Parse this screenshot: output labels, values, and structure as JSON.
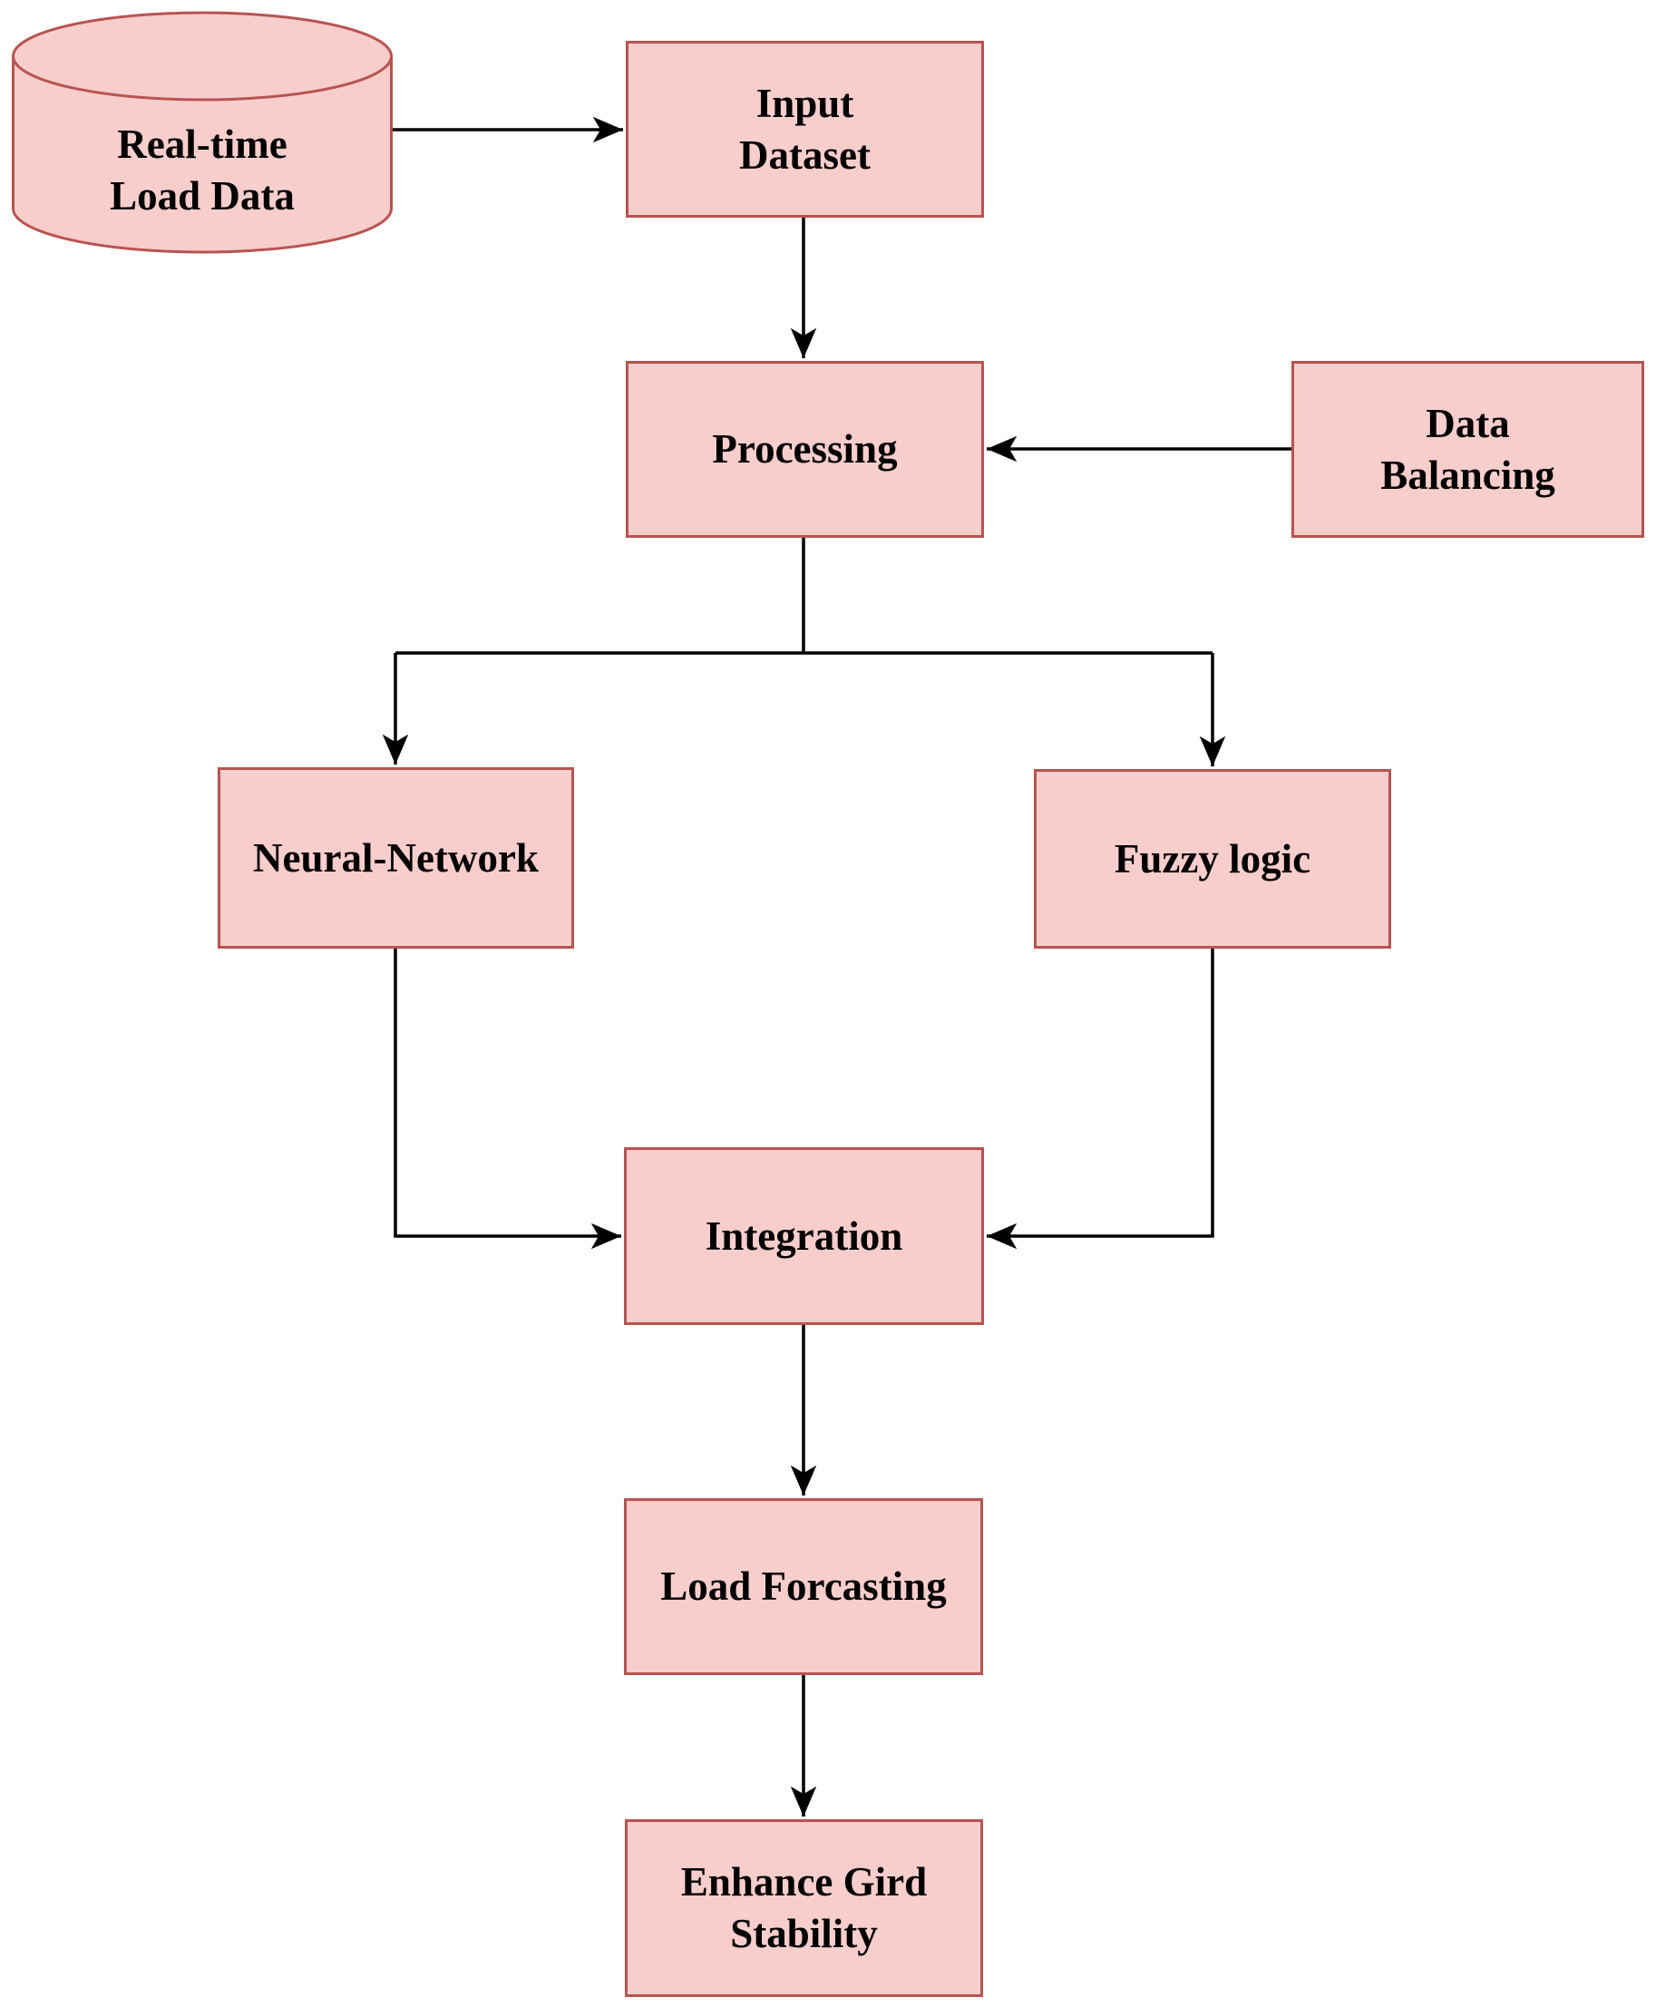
{
  "diagram": {
    "kind": "flowchart",
    "background": "#ffffff"
  },
  "colors": {
    "node_fill": "#f8cecc",
    "node_stroke": "#b85450",
    "connector": "#000000",
    "text": "#000000"
  },
  "nodes": {
    "realtime_load_data": {
      "label": "Real-time\nLoad Data",
      "shape": "cylinder"
    },
    "input_dataset": {
      "label": "Input\nDataset",
      "shape": "rectangle"
    },
    "processing": {
      "label": "Processing",
      "shape": "rectangle"
    },
    "data_balancing": {
      "label": "Data\nBalancing",
      "shape": "rectangle"
    },
    "neural_network": {
      "label": "Neural-Network",
      "shape": "rectangle"
    },
    "fuzzy_logic": {
      "label": "Fuzzy logic",
      "shape": "rectangle"
    },
    "integration": {
      "label": "Integration",
      "shape": "rectangle"
    },
    "load_forcasting": {
      "label": "Load Forcasting",
      "shape": "rectangle"
    },
    "enhance_gird_stability": {
      "label": "Enhance Gird\nStability",
      "shape": "rectangle"
    }
  },
  "edges": [
    {
      "from": "realtime_load_data",
      "to": "input_dataset"
    },
    {
      "from": "input_dataset",
      "to": "processing"
    },
    {
      "from": "data_balancing",
      "to": "processing"
    },
    {
      "from": "processing",
      "to": "neural_network"
    },
    {
      "from": "processing",
      "to": "fuzzy_logic"
    },
    {
      "from": "neural_network",
      "to": "integration"
    },
    {
      "from": "fuzzy_logic",
      "to": "integration"
    },
    {
      "from": "integration",
      "to": "load_forcasting"
    },
    {
      "from": "load_forcasting",
      "to": "enhance_gird_stability"
    }
  ]
}
